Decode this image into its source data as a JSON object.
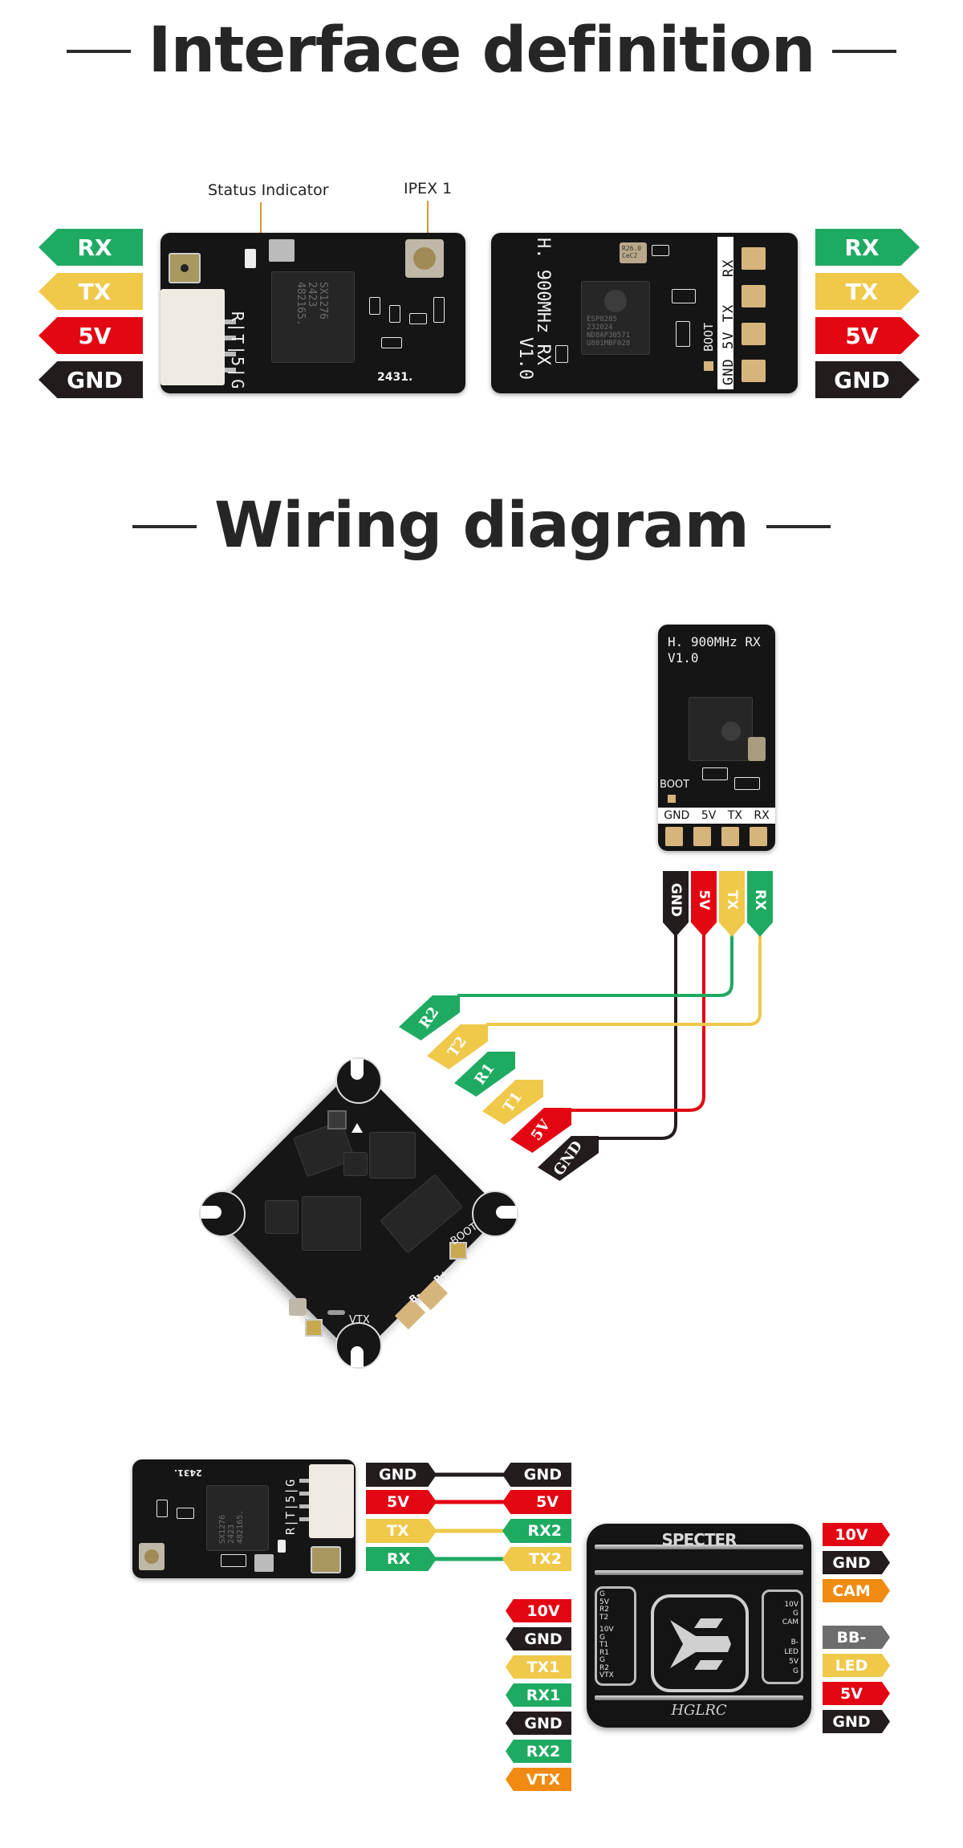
{
  "sections": {
    "interface_title": "Interface definition",
    "wiring_title": "Wiring diagram"
  },
  "interface": {
    "callouts": {
      "status_indicator": "Status Indicator",
      "ipex": "IPEX 1"
    },
    "left_tags": [
      {
        "label": "RX",
        "color": "#1faa62"
      },
      {
        "label": "TX",
        "color": "#f0c84a"
      },
      {
        "label": "5V",
        "color": "#e30613"
      },
      {
        "label": "GND",
        "color": "#221d1c"
      }
    ],
    "right_tags": [
      {
        "label": "RX",
        "color": "#1faa62"
      },
      {
        "label": "TX",
        "color": "#f0c84a"
      },
      {
        "label": "5V",
        "color": "#e30613"
      },
      {
        "label": "GND",
        "color": "#221d1c"
      }
    ],
    "rx_sx1276": {
      "chip_text": "SX1276\n2423\n482165.",
      "pin_labels": "R|T|5|G",
      "date_code": "2431."
    },
    "rx_esp8285": {
      "board_text": "H. 900MHz RX",
      "version": "V1.0",
      "chip_text": "ESP8285\n232024\nND8AP30571\nU801MBF028",
      "crystal": "R26.0\nCeC2",
      "boot_label": "BOOT",
      "pin_labels": [
        "GND",
        "5V",
        "TX",
        "RX"
      ]
    }
  },
  "wiring": {
    "receiver": {
      "board_text": "H. 900MHz RX",
      "version": "V1.0",
      "boot_label": "BOOT",
      "pin_labels": [
        "GND",
        "5V",
        "TX",
        "RX"
      ]
    },
    "receiver_tags": [
      {
        "label": "GND",
        "color": "#221d1c"
      },
      {
        "label": "5V",
        "color": "#e30613"
      },
      {
        "label": "TX",
        "color": "#f0c84a"
      },
      {
        "label": "RX",
        "color": "#1faa62"
      }
    ],
    "fc_tags": [
      {
        "label": "R2",
        "color": "#1faa62"
      },
      {
        "label": "T2",
        "color": "#f0c84a"
      },
      {
        "label": "R1",
        "color": "#1faa62"
      },
      {
        "label": "T1",
        "color": "#f0c84a"
      },
      {
        "label": "5V",
        "color": "#e30613"
      },
      {
        "label": "GND",
        "color": "#221d1c"
      }
    ],
    "fc_board": {
      "boot_label": "BOOT",
      "vtx_label": "VTX",
      "bplus_label": "B+",
      "bminus_label": "B-"
    },
    "connections": [
      {
        "from": "GND",
        "to": "GND",
        "from_color": "#221d1c",
        "to_color": "#221d1c"
      },
      {
        "from": "5V",
        "to": "5V",
        "from_color": "#e30613",
        "to_color": "#e30613"
      },
      {
        "from": "TX",
        "to": "RX2",
        "from_color": "#f0c84a",
        "to_color": "#1faa62"
      },
      {
        "from": "RX",
        "to": "TX2",
        "from_color": "#1faa62",
        "to_color": "#f0c84a"
      }
    ],
    "bottom_rx": {
      "chip_text": "SX1276\n2423\n482165.",
      "pin_labels": "R|T|5|G",
      "date_code": "2431."
    },
    "specter": {
      "brand_top": "SPECTER",
      "brand_bottom": "HGLRC",
      "left_pins_a": [
        "G",
        "5V",
        "R2",
        "T2"
      ],
      "left_pins_b": [
        "10V",
        "G",
        "T1",
        "R1",
        "G",
        "R2",
        "VTX"
      ],
      "right_pins_a": [
        "10V",
        "G",
        "CAM"
      ],
      "right_pins_b": [
        "B-",
        "LED",
        "5V",
        "G"
      ]
    },
    "specter_left_tags": [
      {
        "label": "10V",
        "color": "#e30613"
      },
      {
        "label": "GND",
        "color": "#221d1c"
      },
      {
        "label": "TX1",
        "color": "#f0c84a"
      },
      {
        "label": "RX1",
        "color": "#1faa62"
      },
      {
        "label": "GND",
        "color": "#221d1c"
      },
      {
        "label": "RX2",
        "color": "#1faa62"
      },
      {
        "label": "VTX",
        "color": "#f08a12"
      }
    ],
    "specter_right_tags_a": [
      {
        "label": "10V",
        "color": "#e30613"
      },
      {
        "label": "GND",
        "color": "#221d1c"
      },
      {
        "label": "CAM",
        "color": "#f08a12"
      }
    ],
    "specter_right_tags_b": [
      {
        "label": "BB-",
        "color": "#6d6d6d"
      },
      {
        "label": "LED",
        "color": "#f0c84a"
      },
      {
        "label": "5V",
        "color": "#e30613"
      },
      {
        "label": "GND",
        "color": "#221d1c"
      }
    ]
  }
}
